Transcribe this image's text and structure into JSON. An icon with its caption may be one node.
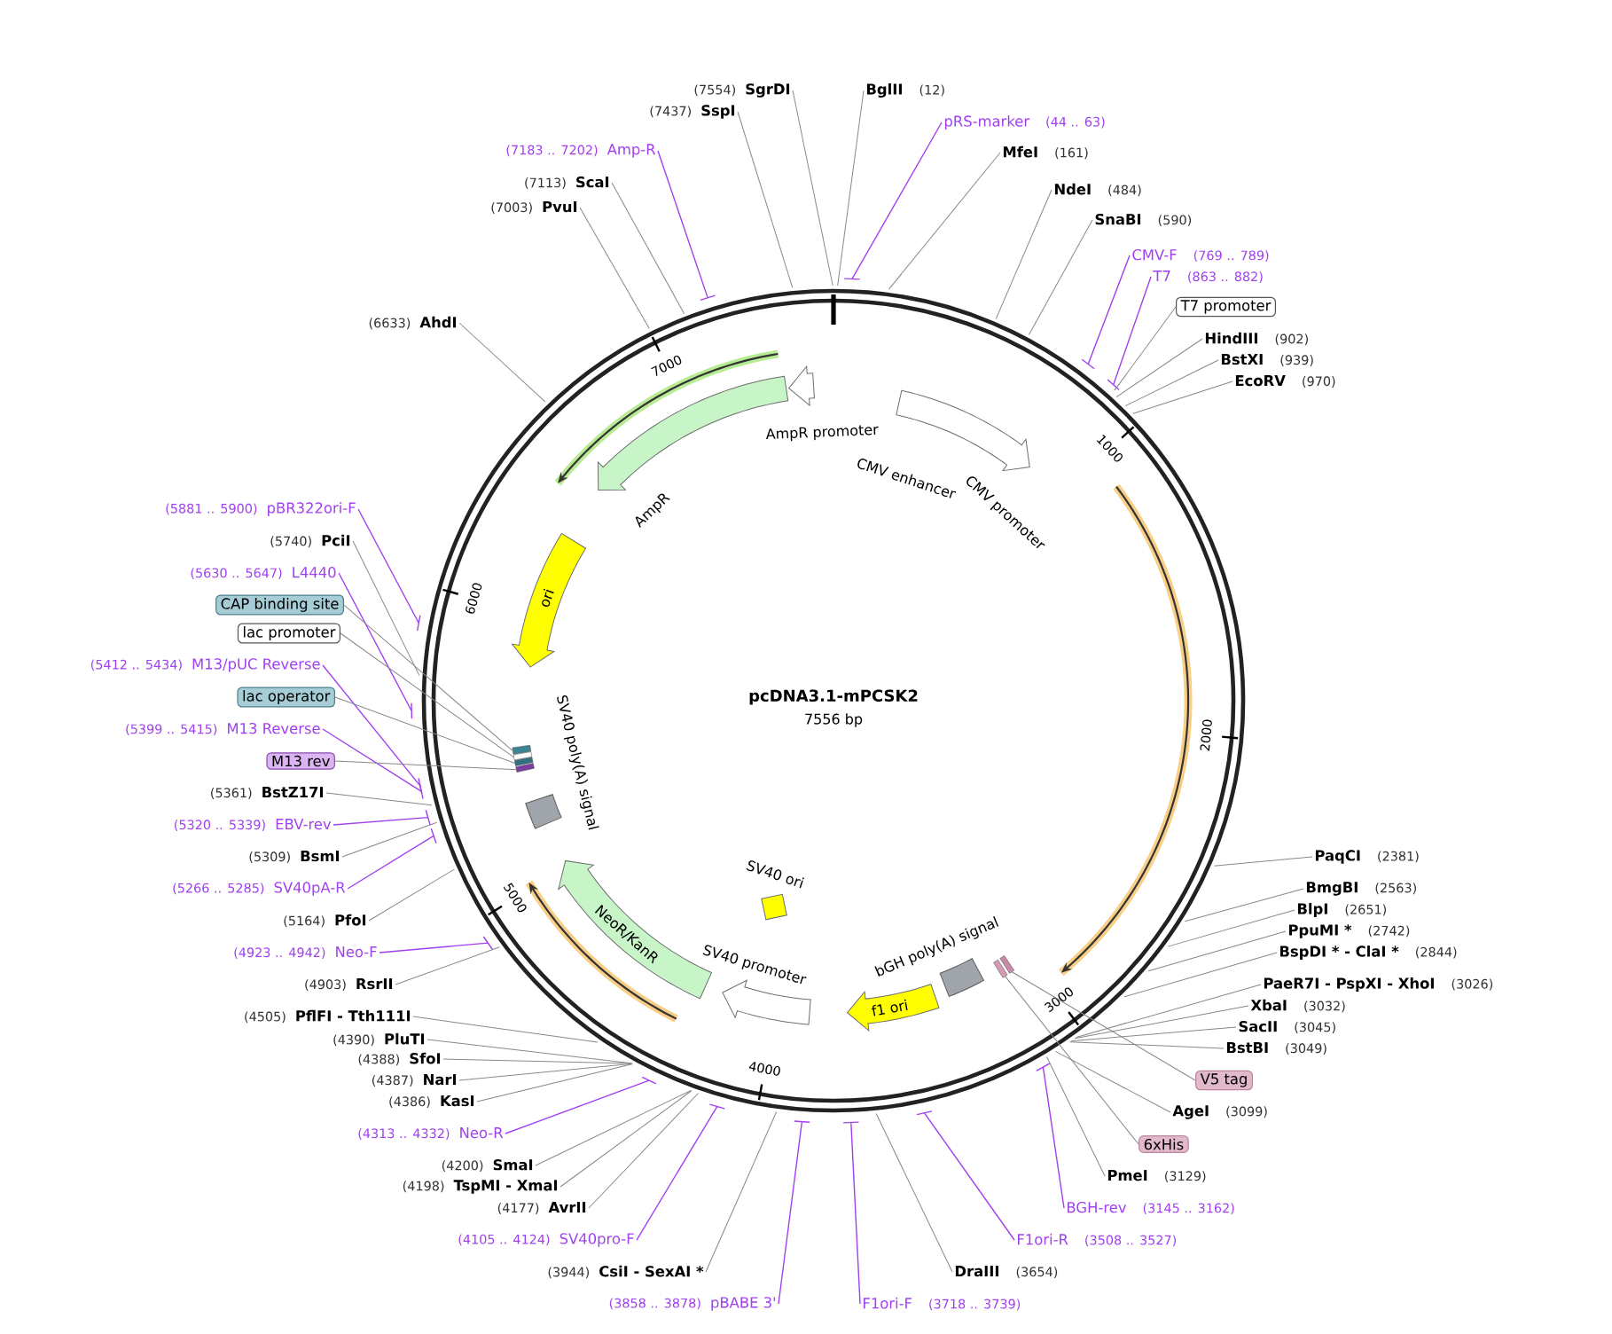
{
  "diagram": {
    "title": "pcDNA3.1-mPCSK2",
    "nodes": [
      {
        "text": [
          "(7554)",
          "SgrDI"
        ]
      },
      {
        "text": [
          "(7437)",
          "SspI"
        ]
      },
      {
        "text": [
          "(7183 .. 7202)",
          "Amp-R"
        ]
      },
      {
        "text": [
          "(7113)",
          "ScaI"
        ]
      },
      {
        "text": [
          "(7003)",
          "PvuI"
        ]
      },
      {
        "text": [
          "(6633)",
          "AhdI"
        ]
      },
      {
        "text": [
          "BglII",
          "(12)"
        ]
      },
      {
        "text": [
          "pRS-marker",
          "(44 .. 63)"
        ]
      },
      {
        "text": [
          "MfeI",
          "(161)"
        ]
      },
      {
        "text": [
          "NdeI",
          "(484)"
        ]
      },
      {
        "text": [
          "SnaBI",
          "(590)"
        ]
      },
      {
        "text": [
          "CMV-F",
          "(769 .. 789)"
        ]
      },
      {
        "text": [
          "T7",
          "(863 .. 882)"
        ]
      },
      {
        "text": [
          "T7 promoter"
        ]
      },
      {
        "text": [
          "HindIII",
          "(902)"
        ]
      },
      {
        "text": [
          "BstXI",
          "(939)"
        ]
      },
      {
        "text": [
          "EcoRV",
          "(970)"
        ]
      },
      {
        "text": [
          "(5881 .. 5900)",
          "pBR322ori-F"
        ]
      },
      {
        "text": [
          "(5740)",
          "PciI"
        ]
      },
      {
        "text": [
          "(5630 .. 5647)",
          "L4440"
        ]
      },
      {
        "text": [
          "CAP binding site"
        ]
      },
      {
        "text": [
          "lac promoter"
        ]
      },
      {
        "text": [
          "(5412 .. 5434)",
          "M13/pUC Reverse"
        ]
      },
      {
        "text": [
          "lac operator"
        ]
      },
      {
        "text": [
          "(5399 .. 5415)",
          "M13 Reverse"
        ]
      },
      {
        "text": [
          "M13 rev"
        ]
      },
      {
        "text": [
          "(5361)",
          "BstZ17I"
        ]
      },
      {
        "text": [
          "(5320 .. 5339)",
          "EBV-rev"
        ]
      },
      {
        "text": [
          "(5309)",
          "BsmI"
        ]
      },
      {
        "text": [
          "(5266 .. 5285)",
          "SV40pA-R"
        ]
      },
      {
        "text": [
          "(5164)",
          "PfoI"
        ]
      },
      {
        "text": [
          "(4923 .. 4942)",
          "Neo-F"
        ]
      },
      {
        "text": [
          "(4903)",
          "RsrII"
        ]
      },
      {
        "text": [
          "(4505)",
          "PflFI - Tth111I"
        ]
      },
      {
        "text": [
          "(4390)",
          "PluTI"
        ]
      },
      {
        "text": [
          "(4388)",
          "SfoI"
        ]
      },
      {
        "text": [
          "(4387)",
          "NarI"
        ]
      },
      {
        "text": [
          "(4386)",
          "KasI"
        ]
      },
      {
        "text": [
          "(4313 .. 4332)",
          "Neo-R"
        ]
      },
      {
        "text": [
          "(4200)",
          "SmaI"
        ]
      },
      {
        "text": [
          "(4198)",
          "TspMI - XmaI"
        ]
      },
      {
        "text": [
          "(4177)",
          "AvrII"
        ]
      },
      {
        "text": [
          "(4105 .. 4124)",
          "SV40pro-F"
        ]
      },
      {
        "text": [
          "(3944)",
          "CsiI - SexAI *"
        ]
      },
      {
        "text": [
          "(3858 .. 3878)",
          "pBABE 3'"
        ]
      },
      {
        "text": [
          "F1ori-F",
          "(3718 .. 3739)"
        ]
      },
      {
        "text": [
          "DraIII",
          "(3654)"
        ]
      },
      {
        "text": [
          "F1ori-R",
          "(3508 .. 3527)"
        ]
      },
      {
        "text": [
          "BGH-rev",
          "(3145 .. 3162)"
        ]
      },
      {
        "text": [
          "PmeI",
          "(3129)"
        ]
      },
      {
        "text": [
          "6xHis"
        ]
      },
      {
        "text": [
          "AgeI",
          "(3099)"
        ]
      },
      {
        "text": [
          "V5 tag"
        ]
      },
      {
        "text": [
          "BstBI",
          "(3049)"
        ]
      },
      {
        "text": [
          "SacII",
          "(3045)"
        ]
      },
      {
        "text": [
          "XbaI",
          "(3032)"
        ]
      },
      {
        "text": [
          "PaeR7I - PspXI - XhoI",
          "(3026)"
        ]
      },
      {
        "text": [
          "BspDI * - ClaI *",
          "(2844)"
        ]
      },
      {
        "text": [
          "PpuMI *",
          "(2742)"
        ]
      },
      {
        "text": [
          "BlpI",
          "(2651)"
        ]
      },
      {
        "text": [
          "BmgBI",
          "(2563)"
        ]
      },
      {
        "text": [
          "PaqCI",
          "(2381)"
        ]
      },
      {
        "text": [
          "AmpR promoter"
        ]
      },
      {
        "text": [
          "AmpR"
        ]
      },
      {
        "text": [
          "ori"
        ]
      },
      {
        "text": [
          "CMV enhancer",
          "CMV promoter"
        ]
      },
      {
        "text": [
          "SV40 poly(A) signal"
        ]
      },
      {
        "text": [
          "NeoR/KanR"
        ]
      },
      {
        "text": [
          "SV40 promoter"
        ]
      },
      {
        "text": [
          "SV40 ori"
        ]
      },
      {
        "text": [
          "f1 ori"
        ]
      },
      {
        "text": [
          "bGH poly(A) signal"
        ]
      },
      {
        "text": [],
        "shape": "box"
      },
      {
        "text": [],
        "shape": "box"
      },
      {
        "text": [],
        "shape": "box"
      },
      {
        "text": [],
        "shape": "box"
      },
      {
        "text": [],
        "shape": "box"
      },
      {
        "text": [],
        "shape": "box"
      }
    ],
    "edges": [
      {
        "from": 0,
        "to": null,
        "arrow": "none"
      },
      {
        "from": 1,
        "to": null,
        "arrow": "none"
      },
      {
        "from": 2,
        "to": null,
        "arrow": "none",
        "color": "#a040f0"
      },
      {
        "from": 3,
        "to": null,
        "arrow": "none"
      },
      {
        "from": 4,
        "to": null,
        "arrow": "none"
      },
      {
        "from": 5,
        "to": null,
        "arrow": "none"
      },
      {
        "from": 6,
        "to": null,
        "arrow": "none"
      },
      {
        "from": 7,
        "to": null,
        "arrow": "none",
        "color": "#a040f0"
      },
      {
        "from": 8,
        "to": null,
        "arrow": "none"
      },
      {
        "from": 9,
        "to": null,
        "arrow": "none"
      },
      {
        "from": 10,
        "to": null,
        "arrow": "none"
      },
      {
        "from": 11,
        "to": null,
        "arrow": "none",
        "color": "#a040f0"
      },
      {
        "from": 12,
        "to": null,
        "arrow": "none",
        "color": "#a040f0"
      },
      {
        "from": 13,
        "to": null,
        "arrow": "none"
      },
      {
        "from": 14,
        "to": null,
        "arrow": "none"
      },
      {
        "from": 15,
        "to": null,
        "arrow": "none"
      },
      {
        "from": 16,
        "to": null,
        "arrow": "none"
      },
      {
        "from": 17,
        "to": null,
        "arrow": "none",
        "color": "#a040f0"
      },
      {
        "from": 18,
        "to": null,
        "arrow": "none"
      },
      {
        "from": 19,
        "to": null,
        "arrow": "none",
        "color": "#a040f0"
      },
      {
        "from": 20,
        "to": 72,
        "arrow": "none"
      },
      {
        "from": 21,
        "to": 73,
        "arrow": "none"
      },
      {
        "from": 22,
        "to": null,
        "arrow": "none",
        "color": "#a040f0"
      },
      {
        "from": 23,
        "to": 74,
        "arrow": "none"
      },
      {
        "from": 24,
        "to": null,
        "arrow": "none",
        "color": "#a040f0"
      },
      {
        "from": 25,
        "to": 75,
        "arrow": "none"
      },
      {
        "from": 26,
        "to": null,
        "arrow": "none"
      },
      {
        "from": 27,
        "to": null,
        "arrow": "none",
        "color": "#a040f0"
      },
      {
        "from": 28,
        "to": null,
        "arrow": "none"
      },
      {
        "from": 29,
        "to": null,
        "arrow": "none",
        "color": "#a040f0"
      },
      {
        "from": 30,
        "to": null,
        "arrow": "none"
      },
      {
        "from": 31,
        "to": null,
        "arrow": "none",
        "color": "#a040f0"
      },
      {
        "from": 32,
        "to": null,
        "arrow": "none"
      },
      {
        "from": 33,
        "to": null,
        "arrow": "none"
      },
      {
        "from": 34,
        "to": null,
        "arrow": "none"
      },
      {
        "from": 35,
        "to": null,
        "arrow": "none"
      },
      {
        "from": 36,
        "to": null,
        "arrow": "none"
      },
      {
        "from": 37,
        "to": null,
        "arrow": "none"
      },
      {
        "from": 38,
        "to": null,
        "arrow": "none",
        "color": "#a040f0"
      },
      {
        "from": 39,
        "to": null,
        "arrow": "none"
      },
      {
        "from": 40,
        "to": null,
        "arrow": "none"
      },
      {
        "from": 41,
        "to": null,
        "arrow": "none"
      },
      {
        "from": 42,
        "to": null,
        "arrow": "none",
        "color": "#a040f0"
      },
      {
        "from": 43,
        "to": null,
        "arrow": "none"
      },
      {
        "from": 44,
        "to": null,
        "arrow": "none",
        "color": "#a040f0"
      },
      {
        "from": 45,
        "to": null,
        "arrow": "none",
        "color": "#a040f0"
      },
      {
        "from": 46,
        "to": null,
        "arrow": "none"
      },
      {
        "from": 47,
        "to": null,
        "arrow": "none",
        "color": "#a040f0"
      },
      {
        "from": 48,
        "to": null,
        "arrow": "none",
        "color": "#a040f0"
      },
      {
        "from": 49,
        "to": null,
        "arrow": "none"
      },
      {
        "from": 50,
        "to": 76,
        "arrow": "none"
      },
      {
        "from": 51,
        "to": null,
        "arrow": "none"
      },
      {
        "from": 52,
        "to": 77,
        "arrow": "none"
      },
      {
        "from": 53,
        "to": null,
        "arrow": "none"
      },
      {
        "from": 54,
        "to": null,
        "arrow": "none"
      },
      {
        "from": 55,
        "to": null,
        "arrow": "none"
      },
      {
        "from": 56,
        "to": null,
        "arrow": "none"
      },
      {
        "from": 57,
        "to": null,
        "arrow": "none"
      },
      {
        "from": 58,
        "to": null,
        "arrow": "none"
      },
      {
        "from": 59,
        "to": null,
        "arrow": "none"
      },
      {
        "from": 60,
        "to": null,
        "arrow": "none"
      },
      {
        "from": 61,
        "to": null,
        "arrow": "none"
      }
    ],
    "labels": [
      "7556 bp",
      "1000",
      "2000",
      "3000",
      "4000",
      "5000",
      "6000",
      "7000"
    ]
  }
}
